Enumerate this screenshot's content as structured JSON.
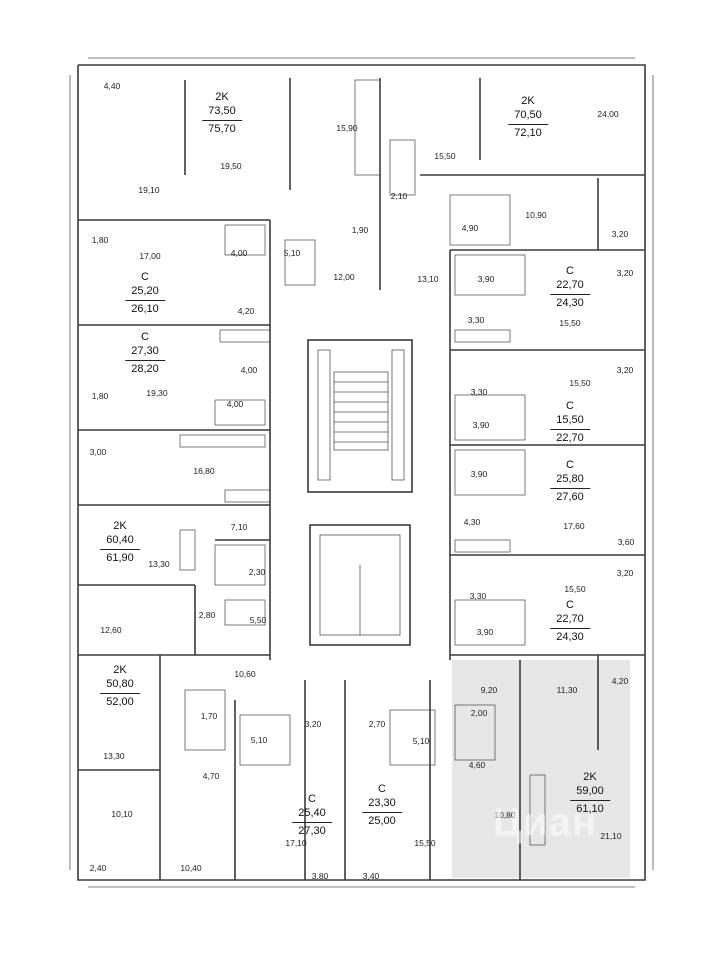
{
  "plan": {
    "highlight_color": "#e6e6e6",
    "wall_color": "#3a3a3a",
    "watermark": "Циан"
  },
  "apartments": [
    {
      "type": "2K",
      "area_living": "73,50",
      "area_total": "75,70"
    },
    {
      "type": "2K",
      "area_living": "70,50",
      "area_total": "72,10"
    },
    {
      "type": "С",
      "area_living": "25,20",
      "area_total": "26,10"
    },
    {
      "type": "С",
      "area_living": "22,70",
      "area_total": "24,30"
    },
    {
      "type": "С",
      "area_living": "27,30",
      "area_total": "28,20"
    },
    {
      "type": "С",
      "area_living": "15,50",
      "area_total": "22,70"
    },
    {
      "type": "С",
      "area_living": "25,80",
      "area_total": "27,60"
    },
    {
      "type": "2K",
      "area_living": "60,40",
      "area_total": "61,90"
    },
    {
      "type": "С",
      "area_living": "22,70",
      "area_total": "24,30"
    },
    {
      "type": "2K",
      "area_living": "50,80",
      "area_total": "52,00"
    },
    {
      "type": "2K",
      "area_living": "59,00",
      "area_total": "61,10"
    },
    {
      "type": "С",
      "area_living": "25,40",
      "area_total": "27,30"
    },
    {
      "type": "С",
      "area_living": "23,30",
      "area_total": "25,00"
    }
  ],
  "rooms": [
    "4,40",
    "19,10",
    "19,50",
    "15,90",
    "2,10",
    "15,50",
    "24,00",
    "10,90",
    "3,20",
    "1,80",
    "17,00",
    "4,00",
    "5,10",
    "1,90",
    "12,00",
    "13,10",
    "4,90",
    "3,90",
    "3,20",
    "4,20",
    "3,30",
    "15,50",
    "4,00",
    "19,30",
    "1,80",
    "4,00",
    "3,30",
    "3,20",
    "15,50",
    "3,90",
    "3,00",
    "16,80",
    "3,90",
    "4,30",
    "17,60",
    "3,60",
    "7,10",
    "13,30",
    "2,30",
    "3,30",
    "15,50",
    "3,20",
    "12,60",
    "2,80",
    "5,50",
    "3,90",
    "10,60",
    "9,20",
    "11,30",
    "4,20",
    "1,70",
    "5,10",
    "3,20",
    "2,70",
    "5,10",
    "2,00",
    "13,30",
    "4,70",
    "4,60",
    "10,10",
    "10,80",
    "21,10",
    "17,10",
    "15,50",
    "2,40",
    "10,40",
    "3,80",
    "3,40"
  ]
}
